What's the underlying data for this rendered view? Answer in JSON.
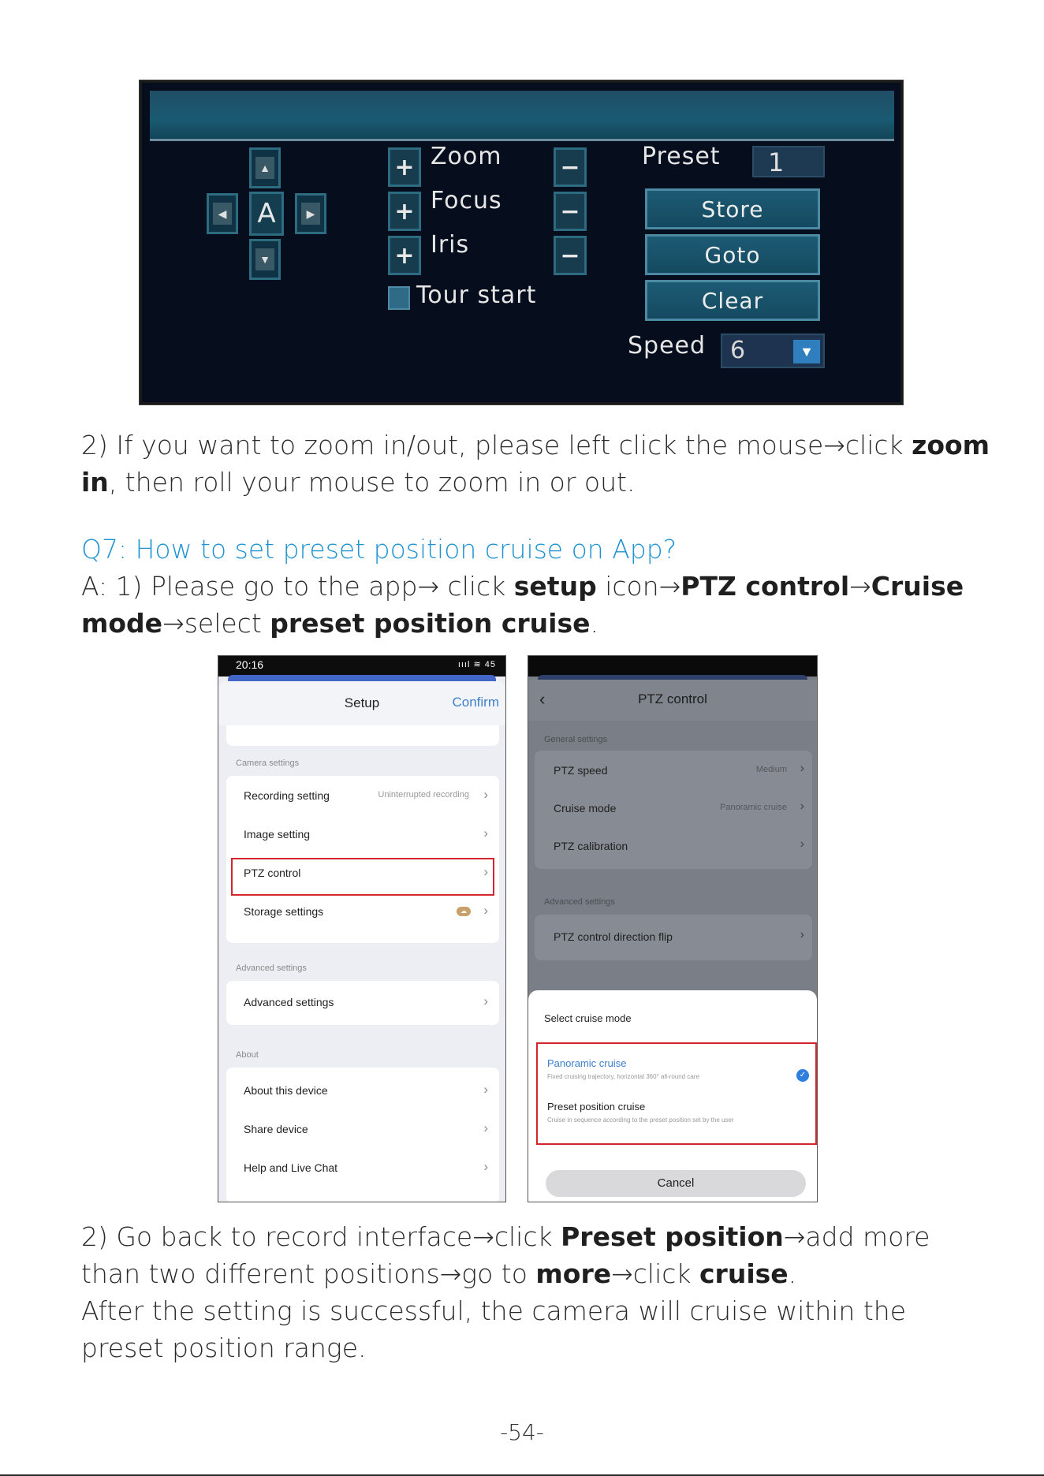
{
  "ptz_panel": {
    "labels": {
      "zoom": "Zoom",
      "focus": "Focus",
      "iris": "Iris",
      "tour_start": "Tour start",
      "preset": "Preset",
      "speed": "Speed"
    },
    "auto_label": "A",
    "plus": "+",
    "minus": "−",
    "arrows": {
      "up": "▲",
      "down": "▼",
      "left": "◀",
      "right": "▶"
    },
    "preset_value": "1",
    "speed_value": "6",
    "buttons": {
      "store": "Store",
      "goto": "Goto",
      "clear": "Clear"
    }
  },
  "paragraph1": {
    "text_a": "2) If you want to zoom in/out, please left click the mouse→click ",
    "bold_a": "zoom in",
    "text_b": ", then roll your mouse to zoom in or out."
  },
  "q7": {
    "title": "Q7: How to set preset position cruise on App?",
    "t1": "A: 1) Please go to the app→ click ",
    "b1": "setup",
    "t2": " icon→",
    "b2": "PTZ control",
    "t3": "→",
    "b3": "Cruise mode",
    "t4": "→select ",
    "b4": "preset position cruise",
    "t5": "."
  },
  "phone_setup": {
    "time": "20:16",
    "status_icons": "ıııl ≋ 45",
    "title": "Setup",
    "confirm": "Confirm",
    "camera_settings_label": "Camera settings",
    "recording_setting": "Recording setting",
    "recording_value": "Uninterrupted recording",
    "image_setting": "Image setting",
    "ptz_control": "PTZ control",
    "storage_settings": "Storage settings",
    "advanced_label": "Advanced settings",
    "advanced_settings": "Advanced settings",
    "about_label": "About",
    "about_device": "About this device",
    "share_device": "Share device",
    "help": "Help and Live Chat",
    "chevron": "›"
  },
  "phone_ptz": {
    "title": "PTZ control",
    "back": "‹",
    "general_label": "General settings",
    "ptz_speed": "PTZ speed",
    "ptz_speed_value": "Medium",
    "cruise_mode": "Cruise mode",
    "cruise_mode_value": "Panoramic cruise",
    "ptz_calibration": "PTZ calibration",
    "advanced_label": "Advanced settings",
    "direction_flip": "PTZ control direction flip",
    "sheet_title": "Select cruise mode",
    "opt1_name": "Panoramic cruise",
    "opt1_desc": "Fixed cruising trajectory, horizontal 360° all-round care",
    "opt2_name": "Preset position cruise",
    "opt2_desc": "Cruise in sequence according to the preset position set by the user",
    "cancel": "Cancel",
    "chevron": "›"
  },
  "paragraph2": {
    "t1": "2) Go back to record interface→click ",
    "b1": "Preset position",
    "t2": "→add more than two different positions→go to ",
    "b2": "more",
    "t3": "→click ",
    "b3": "cruise",
    "t4": "."
  },
  "paragraph3": "After the setting is successful, the camera will cruise within the preset position range.",
  "page_number": "-54-",
  "colors": {
    "heading_blue": "#1f93d1",
    "highlight_red": "#d4252c",
    "panel_bg": "#060d1c"
  }
}
